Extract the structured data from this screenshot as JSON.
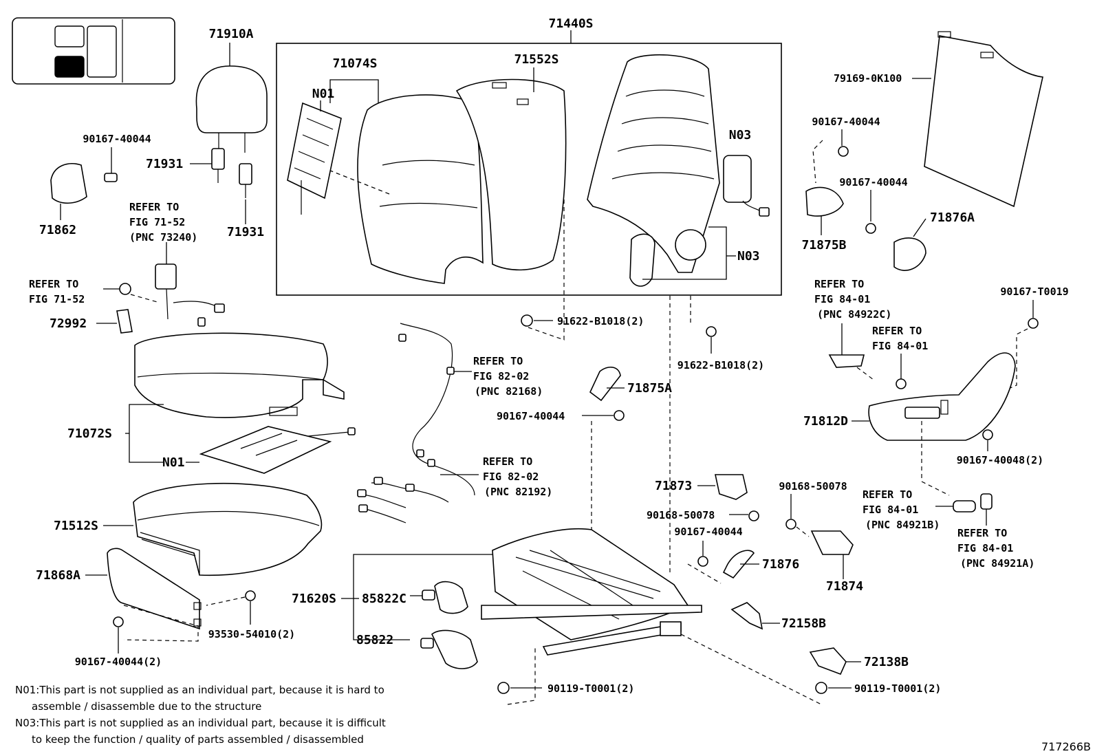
{
  "labels": {
    "p71440S": "71440S",
    "p71910A": "71910A",
    "p71074S": "71074S",
    "p71552S": "71552S",
    "n01_back": "N01",
    "n03_top": "N03",
    "n03_side": "N03",
    "p79169": "79169-0K100",
    "b40044_a": "90167-40044",
    "p71931_a": "71931",
    "p71931_b": "71931",
    "p71862": "71862",
    "b40044_b": "90167-40044",
    "b40044_c": "90167-40044",
    "p71876A": "71876A",
    "p71875B": "71875B",
    "p72992": "72992",
    "p71072S": "71072S",
    "n01_cushion": "N01",
    "p71512S": "71512S",
    "p71868A": "71868A",
    "b93530": "93530-54010(2)",
    "b40044_2": "90167-40044(2)",
    "p71620S": "71620S",
    "p85822C": "85822C",
    "p85822": "85822",
    "b90119_left": "90119-T0001(2)",
    "b91622_left": "91622-B1018(2)",
    "b91622_right": "91622-B1018(2)",
    "p71875A": "71875A",
    "b40044_d": "90167-40044",
    "p71873": "71873",
    "b50078_a": "90168-50078",
    "b50078_b": "90168-50078",
    "b40044_e": "90167-40044",
    "p71876": "71876",
    "p71874": "71874",
    "p72158B": "72158B",
    "p72138B": "72138B",
    "b90119_right": "90119-T0001(2)",
    "bT0019": "90167-T0019",
    "p71812D": "71812D",
    "b40048": "90167-40048(2)"
  },
  "refs": {
    "belt": [
      "REFER TO",
      "FIG 71-52",
      "(PNC 73240)"
    ],
    "belt_small": [
      "REFER TO",
      "FIG 71-52"
    ],
    "wire_a": [
      "REFER TO",
      "FIG 82-02",
      "(PNC 82168)"
    ],
    "wire_b": [
      "REFER TO",
      "FIG 82-02",
      "(PNC 82192)"
    ],
    "switch_c": [
      "REFER TO",
      "FIG 84-01",
      "(PNC 84922C)"
    ],
    "switch_plain": [
      "REFER TO",
      "FIG 84-01"
    ],
    "switch_b": [
      "REFER TO",
      "FIG 84-01",
      "(PNC 84921B)"
    ],
    "switch_a": [
      "REFER TO",
      "FIG 84-01",
      "(PNC 84921A)"
    ]
  },
  "notes": {
    "n01_line1": "N01:This part is not supplied as an individual part, because it is hard to",
    "n01_line2": "assemble / disassemble due to the structure",
    "n03_line1": "N03:This part is not supplied as an individual part, because it is difficult",
    "n03_line2": "to keep the function / quality of parts assembled / disassembled"
  },
  "catalog_number": "717266B"
}
